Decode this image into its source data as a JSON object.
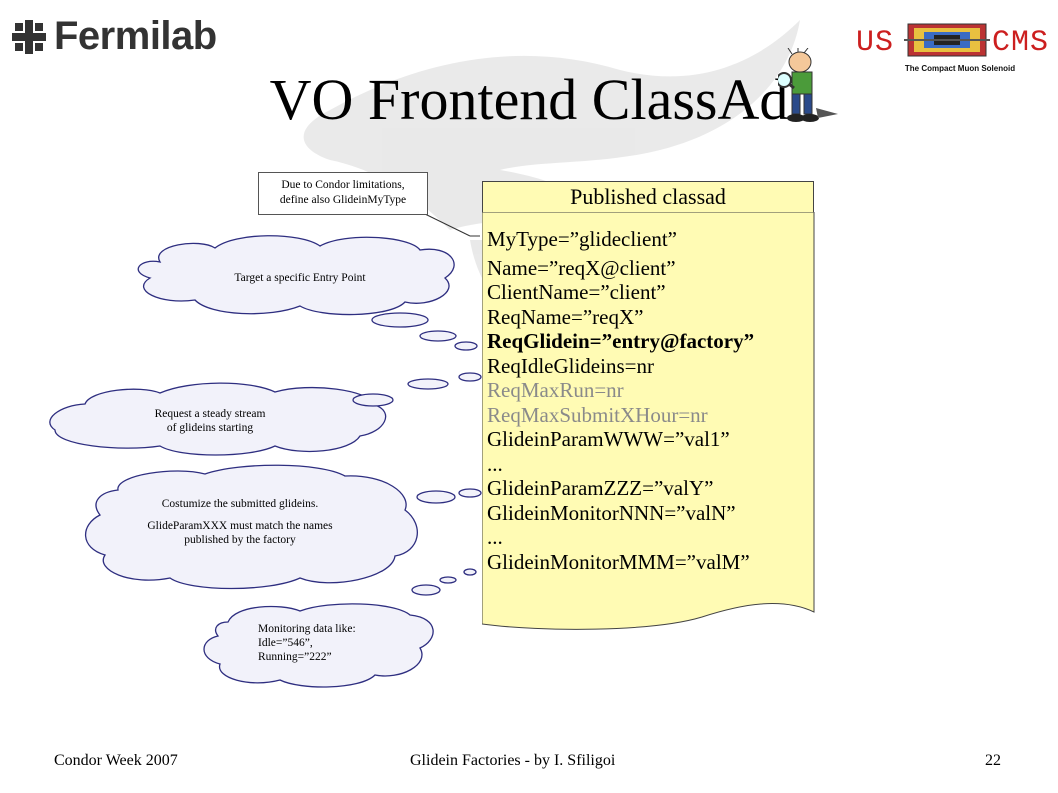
{
  "header": {
    "left_logo_text": "Fermilab",
    "right_logo_us": "US",
    "right_logo_cms": "CMS",
    "right_logo_subtitle": "The Compact Muon Solenoid"
  },
  "slide": {
    "title": "VO Frontend ClassAd"
  },
  "classad": {
    "header": "Published classad",
    "lines": [
      {
        "text": "MyType=”glideclient”",
        "style": "normal"
      },
      {
        "text": "Name=”reqX@client”",
        "style": "normal"
      },
      {
        "text": "ClientName=”client”",
        "style": "normal"
      },
      {
        "text": "ReqName=”reqX”",
        "style": "normal"
      },
      {
        "text": "ReqGlidein=”entry@factory”",
        "style": "bold"
      },
      {
        "text": "ReqIdleGlideins=nr",
        "style": "normal"
      },
      {
        "text": "ReqMaxRun=nr",
        "style": "grey"
      },
      {
        "text": "ReqMaxSubmitXHour=nr",
        "style": "grey"
      },
      {
        "text": "GlideinParamWWW=”val1”",
        "style": "normal"
      },
      {
        "text": "...",
        "style": "normal"
      },
      {
        "text": "GlideinParamZZZ=”valY”",
        "style": "normal"
      },
      {
        "text": "GlideinMonitorNNN=”valN”",
        "style": "normal"
      },
      {
        "text": "...",
        "style": "normal"
      },
      {
        "text": "GlideinMonitorMMM=”valM”",
        "style": "normal"
      }
    ]
  },
  "callouts": {
    "note": {
      "line1": "Due to Condor limitations,",
      "line2": "define also GlideinMyType"
    },
    "entry_point": "Target a specific Entry Point",
    "steady_stream": {
      "line1": "Request  a steady stream",
      "line2": "of glideins  starting"
    },
    "customize": {
      "line1": "Costumize the submitted glideins.",
      "line2": "GlideParamXXX must match the names",
      "line3": "published by the factory"
    },
    "monitoring": {
      "line1": "Monitoring data like:",
      "line2": "Idle=”546”,",
      "line3": "Running=”222”"
    }
  },
  "footer": {
    "left": "Condor Week 2007",
    "center": "Glidein Factories - by I. Sfiligoi",
    "page_number": "22"
  },
  "colors": {
    "classad_fill": "#fffbb4",
    "cloud_fill": "#f2f2fa",
    "cms_red": "#cc1f1f"
  }
}
